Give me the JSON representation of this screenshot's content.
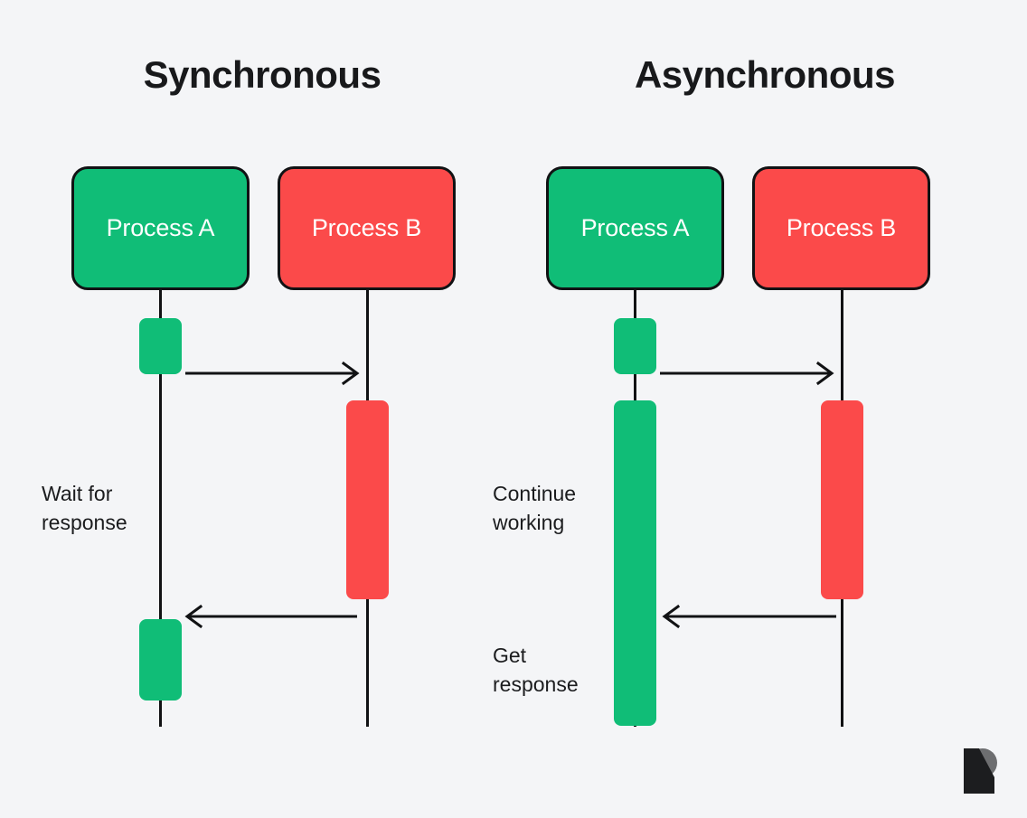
{
  "meta": {
    "background_color": "#f4f5f7",
    "green": "#10bd77",
    "red": "#fb4a4a",
    "ink": "#111214"
  },
  "panels": [
    {
      "id": "synchronous",
      "title": "Synchronous",
      "participants": [
        {
          "id": "process-a",
          "label": "Process A",
          "color": "green"
        },
        {
          "id": "process-b",
          "label": "Process B",
          "color": "red"
        }
      ],
      "notes": [
        {
          "id": "wait-for-response",
          "text": "Wait for\nresponse"
        }
      ],
      "messages": [
        {
          "id": "request",
          "from": "process-a",
          "to": "process-b",
          "direction": "right"
        },
        {
          "id": "response",
          "from": "process-b",
          "to": "process-a",
          "direction": "left"
        }
      ]
    },
    {
      "id": "asynchronous",
      "title": "Asynchronous",
      "participants": [
        {
          "id": "process-a",
          "label": "Process A",
          "color": "green"
        },
        {
          "id": "process-b",
          "label": "Process B",
          "color": "red"
        }
      ],
      "notes": [
        {
          "id": "continue-working",
          "text": "Continue\nworking"
        },
        {
          "id": "get-response",
          "text": "Get\nresponse"
        }
      ],
      "messages": [
        {
          "id": "request",
          "from": "process-a",
          "to": "process-b",
          "direction": "right"
        },
        {
          "id": "response",
          "from": "process-b",
          "to": "process-a",
          "direction": "left"
        }
      ]
    }
  ],
  "logo": {
    "name": "brand-logo",
    "stem_color": "#1c1d1f",
    "bowl_color": "#6d6e70"
  }
}
